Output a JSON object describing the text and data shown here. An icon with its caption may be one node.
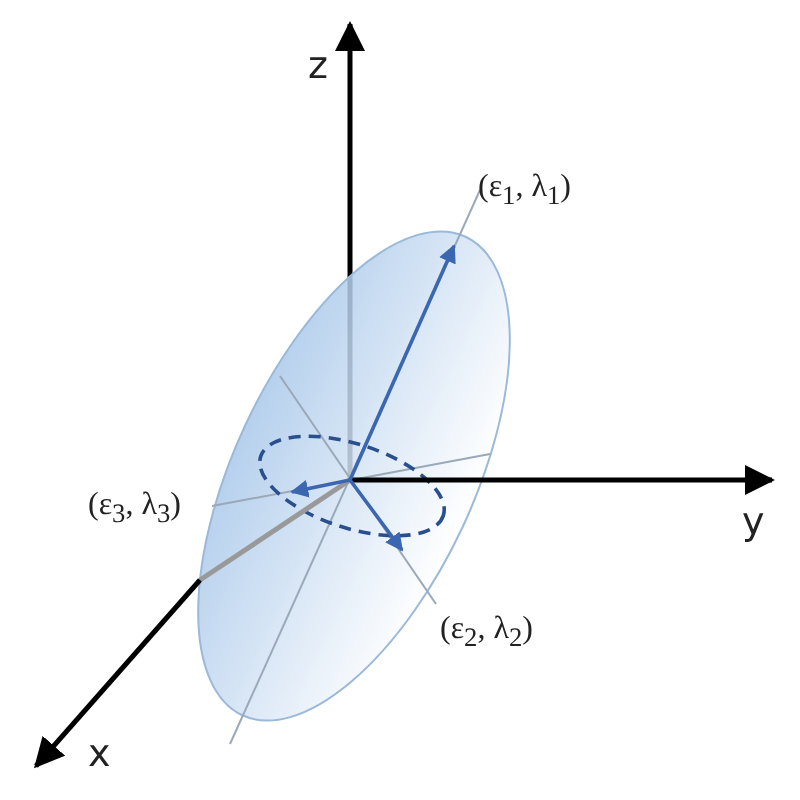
{
  "diagram": {
    "labels": [
      "z",
      "(ε$_{1}$, λ$_{1}$)",
      "(ε$_{3}$, λ$_{3}$)",
      "y",
      "(ε$_{2}$, λ$_{2}$)",
      "x"
    ]
  }
}
